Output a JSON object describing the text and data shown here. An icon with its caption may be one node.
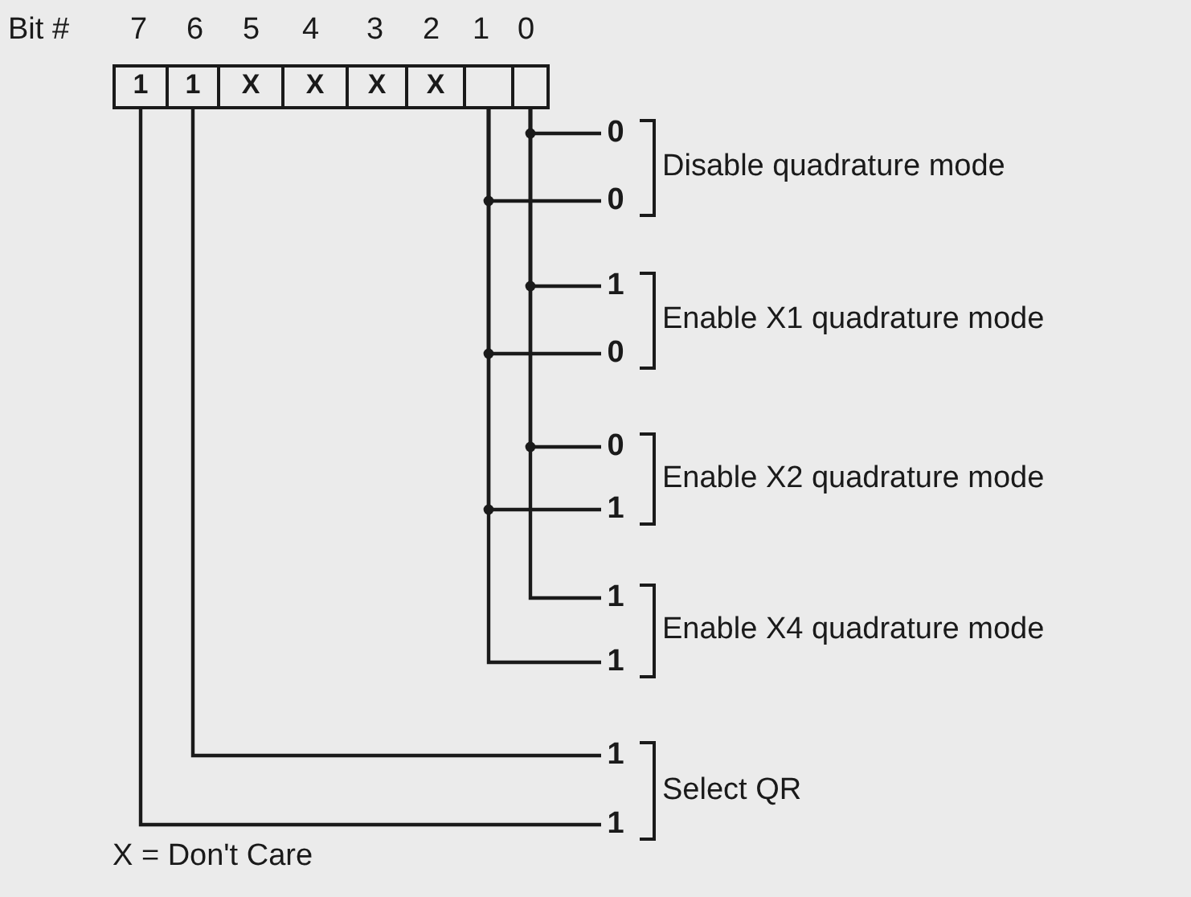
{
  "diagram": {
    "nodes": [
      {
        "text": [
          "1"
        ]
      },
      {
        "text": [
          "1"
        ]
      },
      {
        "text": [
          "X"
        ]
      },
      {
        "text": [
          "X"
        ]
      },
      {
        "text": [
          "X"
        ]
      },
      {
        "text": [
          "X"
        ]
      },
      {
        "text": [],
        "shape": "box"
      },
      {
        "text": [],
        "shape": "box"
      },
      {
        "text": [
          "0"
        ]
      },
      {
        "text": [
          "0"
        ]
      },
      {
        "text": [
          "1"
        ]
      },
      {
        "text": [
          "0"
        ]
      },
      {
        "text": [
          "0"
        ]
      },
      {
        "text": [
          "1"
        ]
      },
      {
        "text": [
          "1"
        ]
      },
      {
        "text": [
          "1"
        ]
      },
      {
        "text": [
          "1"
        ]
      },
      {
        "text": [
          "1"
        ]
      }
    ],
    "edges": [
      {
        "from": 7,
        "to": 8,
        "arrow": "none"
      },
      {
        "from": 6,
        "to": 9,
        "arrow": "none"
      },
      {
        "from": 7,
        "to": 10,
        "arrow": "none"
      },
      {
        "from": 6,
        "to": 11,
        "arrow": "none"
      },
      {
        "from": 7,
        "to": 12,
        "arrow": "none"
      },
      {
        "from": 6,
        "to": 13,
        "arrow": "none"
      },
      {
        "from": 7,
        "to": 14,
        "arrow": "none"
      },
      {
        "from": 6,
        "to": 15,
        "arrow": "none"
      },
      {
        "from": 1,
        "to": 16,
        "arrow": "none"
      },
      {
        "from": 0,
        "to": 17,
        "arrow": "none"
      }
    ],
    "labels": [
      "Bit #",
      "7",
      "6",
      "5",
      "4",
      "3",
      "2",
      "1",
      "0",
      "Disable quadrature mode",
      "Enable X1 quadrature mode",
      "Enable X2 quadrature mode",
      "Enable X4 quadrature mode",
      "Select QR",
      "X = Don't Care"
    ]
  }
}
